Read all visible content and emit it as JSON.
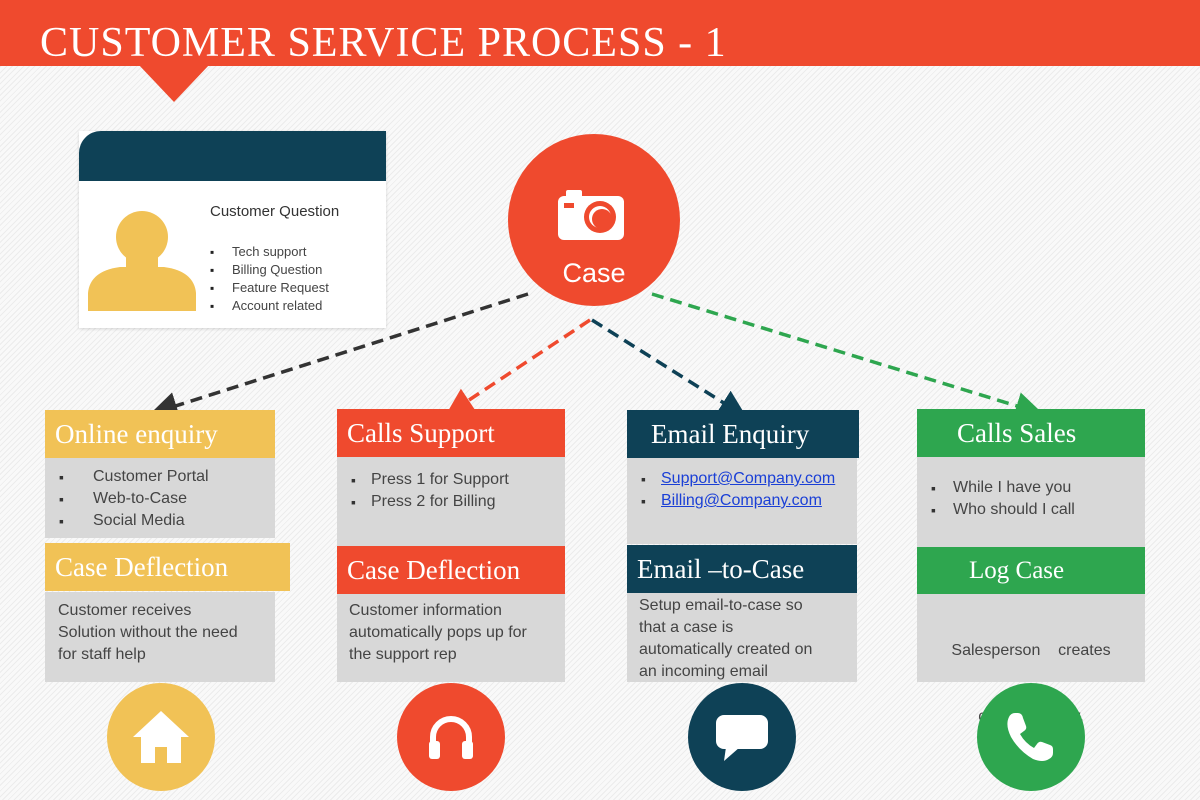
{
  "header": {
    "title": "CUSTOMER SERVICE PROCESS - 1",
    "color": "#ef4a2e"
  },
  "card": {
    "title": "Customer Question",
    "items": [
      "Tech support",
      "Billing Question",
      "Feature Request",
      "Account related"
    ],
    "avatar_icon": "person-icon"
  },
  "case": {
    "label": "Case",
    "icon": "camera-icon",
    "color": "#ef4a2e"
  },
  "columns": [
    {
      "title": "Online enquiry",
      "color": "#f1c256",
      "items": [
        "Customer Portal",
        "Web-to-Case",
        "Social Media"
      ],
      "subtitle": "Case Deflection",
      "description": [
        "Customer receives",
        "Solution without the need",
        "for staff help"
      ],
      "icon": "home-icon",
      "arrow_color": "#333333"
    },
    {
      "title": "Calls Support",
      "color": "#ef4a2e",
      "items": [
        "Press 1 for Support",
        "Press 2 for Billing"
      ],
      "subtitle": "Case Deflection",
      "description": [
        "Customer information",
        "automatically pops up for",
        "the support rep"
      ],
      "icon": "headset-icon",
      "arrow_color": "#ef4a2e"
    },
    {
      "title": "Email Enquiry",
      "color": "#0e4156",
      "items": [
        "Support@Company.com",
        "Billing@Company.com"
      ],
      "subtitle": "Email –to-Case",
      "description": [
        "Setup email-to-case so",
        "that a case is",
        "automatically created on",
        "an incoming email"
      ],
      "icon": "chat-bubble-icon",
      "arrow_color": "#0e4156"
    },
    {
      "title": "Calls Sales",
      "color": "#2ea64f",
      "items": [
        "While I have you",
        "Who should I call"
      ],
      "subtitle": "Log Case",
      "description": [
        "Salesperson    creates",
        "case manually."
      ],
      "icon": "phone-icon",
      "arrow_color": "#2ea64f"
    }
  ]
}
